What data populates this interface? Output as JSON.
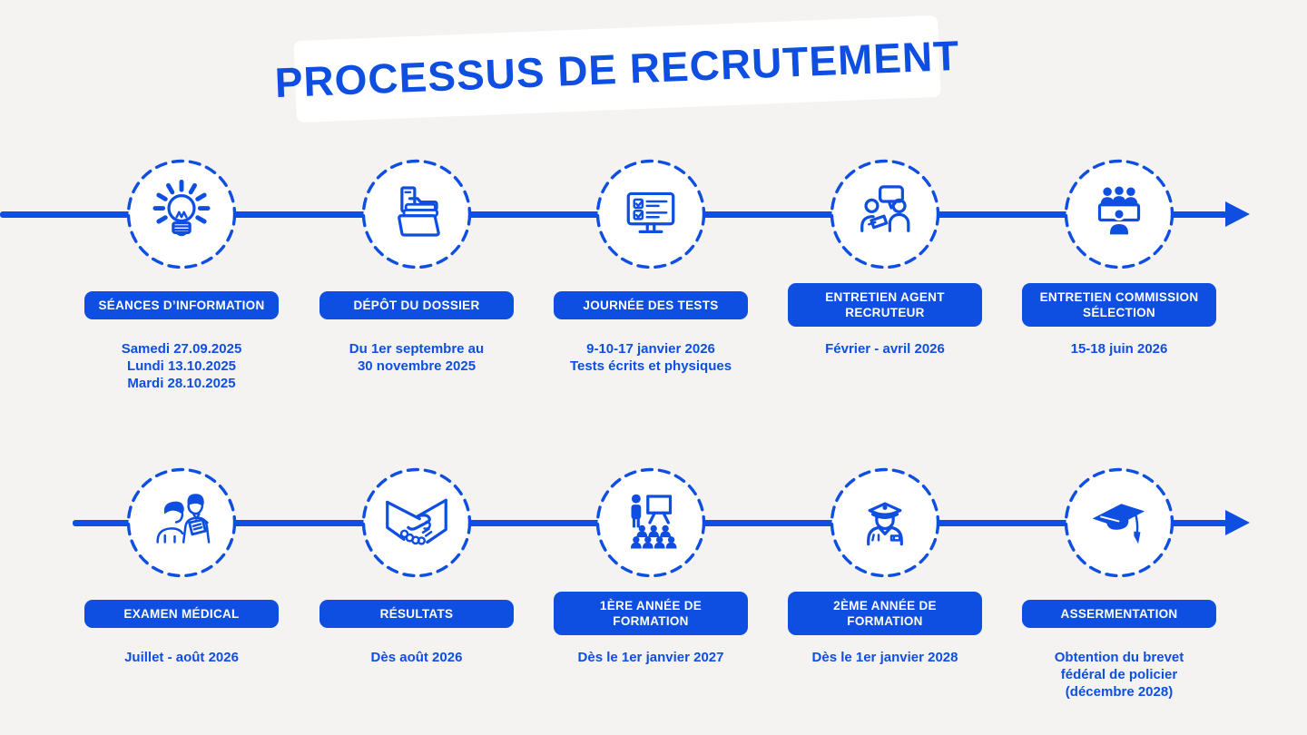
{
  "colors": {
    "accent": "#0e4fe1",
    "background": "#f4f3f1",
    "badge_text": "#ffffff",
    "banner_background": "#ffffff"
  },
  "title": {
    "text": "PROCESSUS DE RECRUTEMENT"
  },
  "rows": [
    {
      "steps": [
        {
          "icon": "lightbulb-icon",
          "label_lines": [
            "SÉANCES D’INFORMATION"
          ],
          "dates": [
            "Samedi 27.09.2025",
            "Lundi 13.10.2025",
            "Mardi 28.10.2025"
          ]
        },
        {
          "icon": "folder-icon",
          "label_lines": [
            "DÉPÔT DU DOSSIER"
          ],
          "dates": [
            "Du 1er septembre au",
            "30 novembre 2025"
          ]
        },
        {
          "icon": "test-screen-icon",
          "label_lines": [
            "JOURNÉE DES TESTS"
          ],
          "dates": [
            "9-10-17 janvier 2026",
            "Tests écrits et physiques"
          ]
        },
        {
          "icon": "interview-icon",
          "label_lines": [
            "ENTRETIEN AGENT",
            "RECRUTEUR"
          ],
          "dates": [
            "Février - avril 2026"
          ]
        },
        {
          "icon": "commission-icon",
          "label_lines": [
            "ENTRETIEN COMMISSION",
            "SÉLECTION"
          ],
          "dates": [
            "15-18 juin 2026"
          ]
        }
      ]
    },
    {
      "steps": [
        {
          "icon": "medical-exam-icon",
          "label_lines": [
            "EXAMEN MÉDICAL"
          ],
          "dates": [
            "Juillet - août 2026"
          ]
        },
        {
          "icon": "handshake-icon",
          "label_lines": [
            "RÉSULTATS"
          ],
          "dates": [
            "Dès août 2026"
          ]
        },
        {
          "icon": "training-icon",
          "label_lines": [
            "1ÈRE ANNÉE DE",
            "FORMATION"
          ],
          "dates": [
            "Dès le 1er janvier 2027"
          ]
        },
        {
          "icon": "police-officer-icon",
          "label_lines": [
            "2ÈME ANNÉE DE",
            "FORMATION"
          ],
          "dates": [
            "Dès le 1er janvier 2028"
          ]
        },
        {
          "icon": "graduation-cap-icon",
          "label_lines": [
            "ASSERMENTATION"
          ],
          "dates": [
            "Obtention du brevet",
            "fédéral de policier",
            "(décembre 2028)"
          ]
        }
      ]
    }
  ]
}
